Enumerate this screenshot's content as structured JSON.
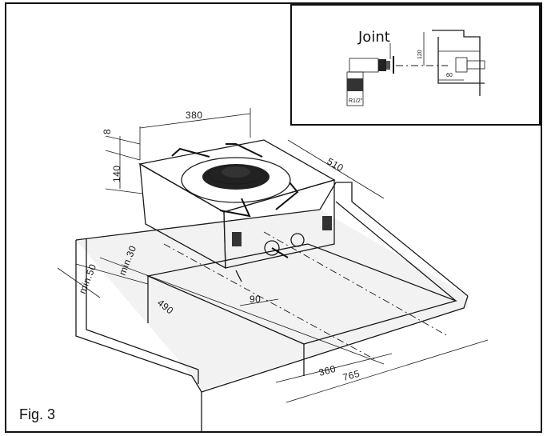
{
  "figure_label": "Fig. 3",
  "inset": {
    "title": "Joint",
    "dims": {
      "height": "120",
      "depth": "60"
    },
    "fitting_text": "R1/2\""
  },
  "dimensions": {
    "width": "380",
    "top_gap": "8",
    "height": "140",
    "depth": "510",
    "min_back": "min.30",
    "min_front": "min.50",
    "cutout_depth": "490",
    "knob_offset": "90",
    "cutout_width": "360",
    "counter_width": "765"
  }
}
